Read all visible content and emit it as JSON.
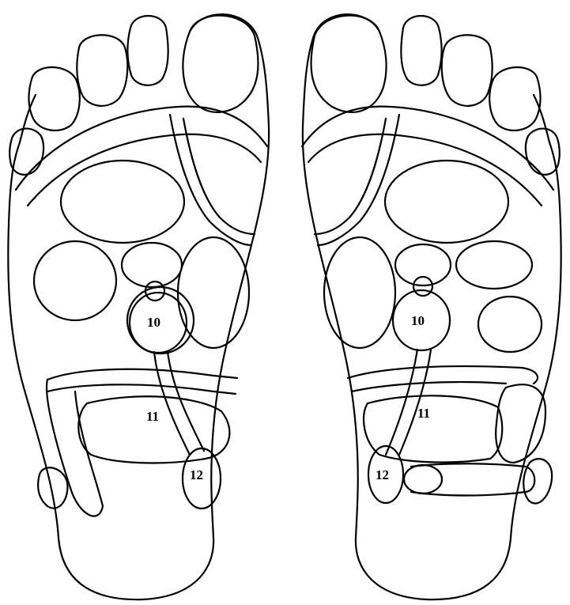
{
  "labels": {
    "left_10": "10",
    "left_11": "11",
    "left_12": "12",
    "right_10": "10",
    "right_11": "11",
    "right_12": "12"
  },
  "colors": {
    "stroke": "#000000",
    "background": "#ffffff"
  }
}
